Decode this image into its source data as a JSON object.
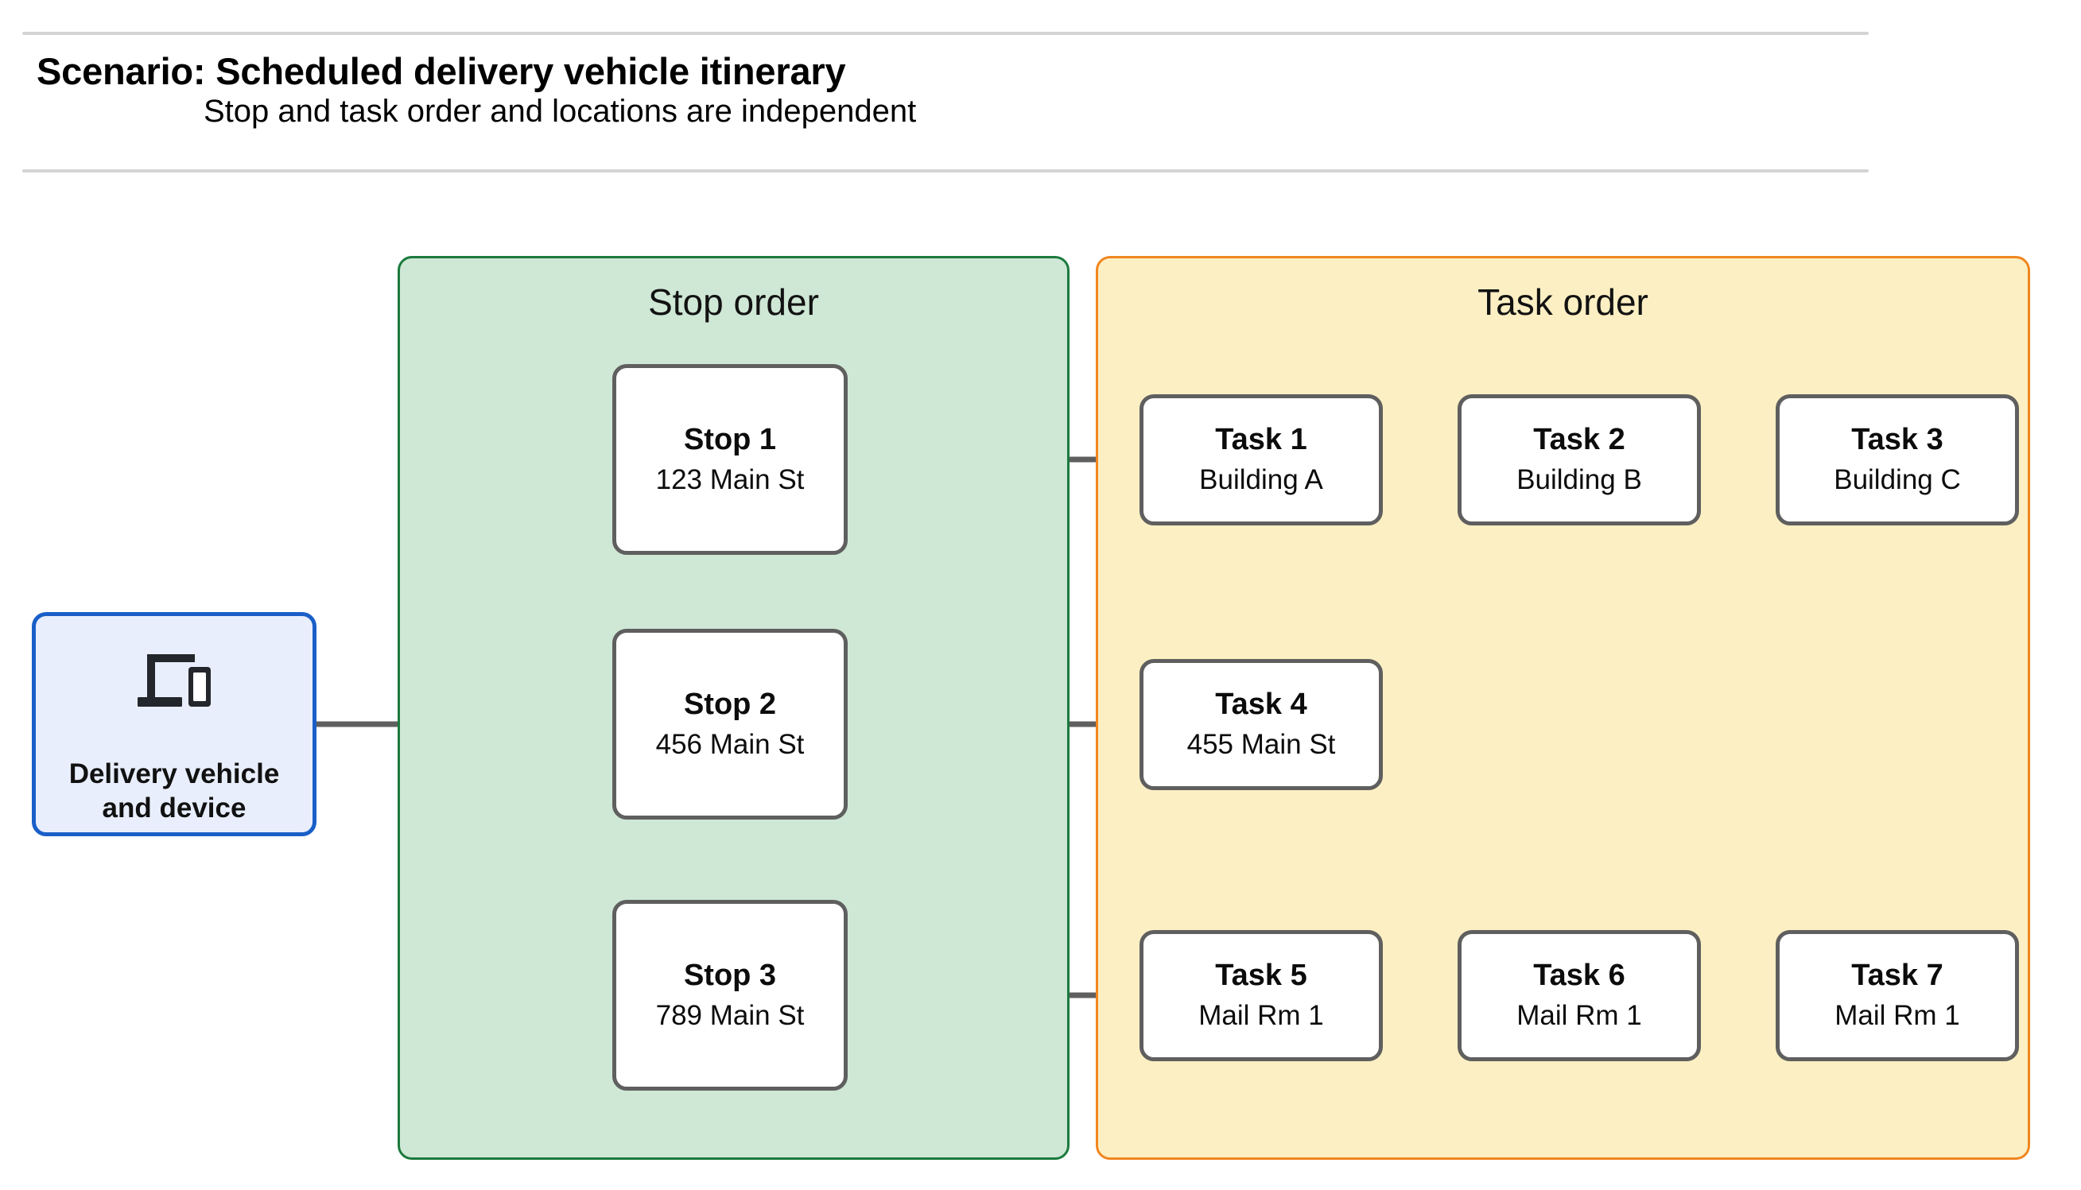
{
  "header": {
    "title": "Scenario: Scheduled delivery vehicle itinerary",
    "subtitle": "Stop and task order and locations are independent"
  },
  "device": {
    "icon": "devices-icon",
    "label_line1": "Delivery vehicle",
    "label_line2": "and device",
    "border_color": "#1a5fc8",
    "fill_color": "#e8eefc"
  },
  "stop_group": {
    "title": "Stop order",
    "border_color": "#1b7a3d",
    "fill_color": "#cfe7d5",
    "stops": [
      {
        "name": "Stop 1",
        "address": "123 Main St"
      },
      {
        "name": "Stop 2",
        "address": "456 Main St"
      },
      {
        "name": "Stop 3",
        "address": "789 Main St"
      }
    ]
  },
  "task_group": {
    "title": "Task order",
    "border_color": "#f0861f",
    "fill_color": "#fcefc3",
    "rows": [
      {
        "tasks": [
          {
            "name": "Task 1",
            "location": "Building A"
          },
          {
            "name": "Task 2",
            "location": "Building B"
          },
          {
            "name": "Task 3",
            "location": "Building C"
          }
        ]
      },
      {
        "tasks": [
          {
            "name": "Task 4",
            "location": "455 Main St"
          }
        ]
      },
      {
        "tasks": [
          {
            "name": "Task 5",
            "location": "Mail Rm 1"
          },
          {
            "name": "Task 6",
            "location": "Mail Rm 1"
          },
          {
            "name": "Task 7",
            "location": "Mail Rm 1"
          }
        ]
      }
    ]
  },
  "connector_color": "#5f5f5f"
}
